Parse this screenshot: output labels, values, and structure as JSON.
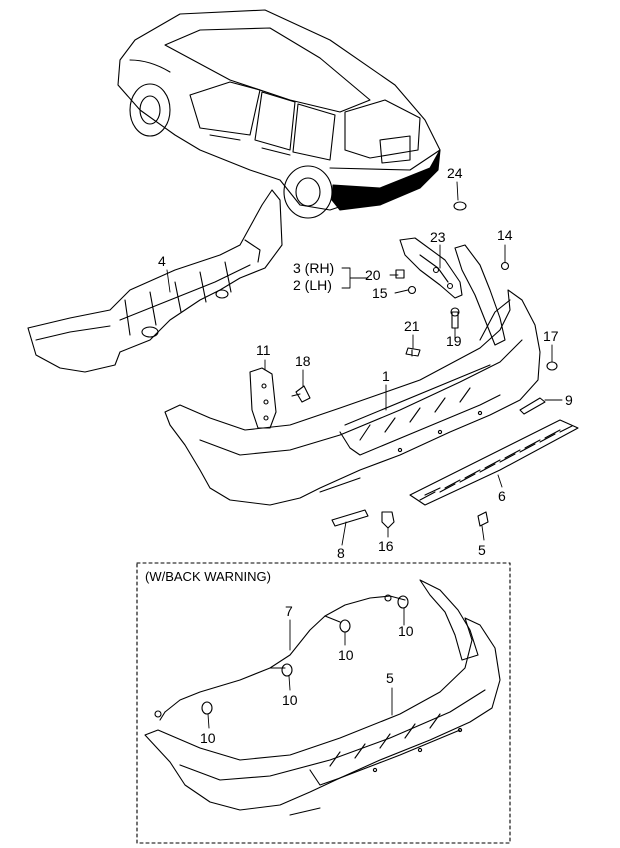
{
  "callouts": {
    "c1": "1",
    "c2": "2 (LH)",
    "c3": "3 (RH)",
    "c4": "4",
    "c5a": "5",
    "c5b": "5",
    "c6": "6",
    "c7": "7",
    "c8": "8",
    "c9": "9",
    "c10a": "10",
    "c10b": "10",
    "c10c": "10",
    "c10d": "10",
    "c11": "11",
    "c14": "14",
    "c15": "15",
    "c16": "16",
    "c17": "17",
    "c18": "18",
    "c19": "19",
    "c20": "20",
    "c21": "21",
    "c23": "23",
    "c24": "24"
  },
  "inset": {
    "title": "(W/BACK WARNING)"
  }
}
